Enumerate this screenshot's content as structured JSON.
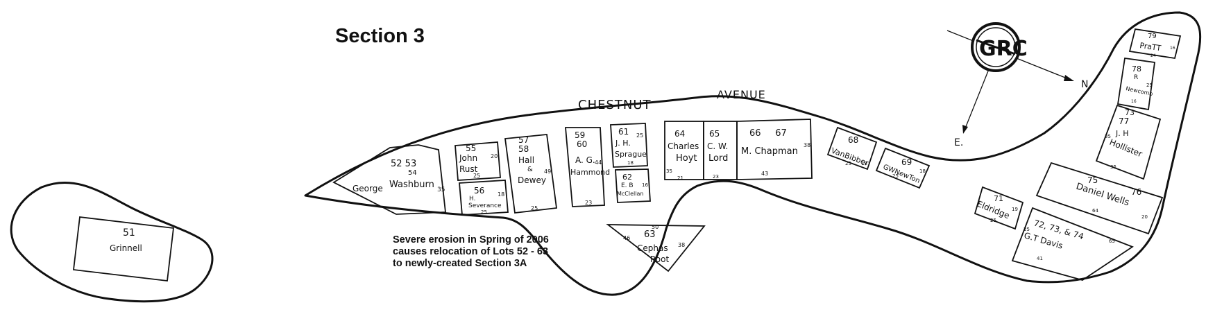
{
  "section_title": "Section 3",
  "erosion_note": [
    "Severe erosion in Spring of 2006",
    "causes relocation of Lots 52 - 63",
    "to newly-created Section 3A"
  ],
  "street": {
    "left": "CHESTNUT",
    "right": "AVENUE"
  },
  "compass": {
    "monogram": "GRC",
    "north": "N.",
    "east": "E."
  },
  "lots": {
    "l51": {
      "number": "51",
      "name": "Grinnell"
    },
    "l52_53": {
      "numbers": "52   53",
      "sub": "54",
      "first": "George",
      "last": "Washburn",
      "d1": "35"
    },
    "l55": {
      "number": "55",
      "first": "John",
      "last": "Rust",
      "d1": "20",
      "d2": "25"
    },
    "l56": {
      "number": "56",
      "first": "H.",
      "last": "Severance",
      "d1": "18",
      "d2": "25"
    },
    "l57_58": {
      "n1": "57",
      "n2": "58",
      "first": "Hall",
      "amp": "&",
      "last": "Dewey",
      "d1": "49",
      "d2": "25"
    },
    "l59_60": {
      "n1": "59",
      "n2": "60",
      "first": "A. G.",
      "last": "Hammond",
      "d1": "44",
      "d2": "23"
    },
    "l61": {
      "number": "61",
      "first": "J. H.",
      "last": "Sprague",
      "d1": "25",
      "d2": "18"
    },
    "l62": {
      "number": "62",
      "first": "E. B",
      "last": "McClellan",
      "d1": "16"
    },
    "l63": {
      "number": "63",
      "first": "Cephas",
      "last": "Root",
      "d1": "50",
      "d2": "46",
      "d3": "38"
    },
    "l64": {
      "number": "64",
      "first": "Charles",
      "last": "Hoyt",
      "d1": "35",
      "d2": "21"
    },
    "l65": {
      "number": "65",
      "first": "C. W.",
      "last": "Lord",
      "d1": "23"
    },
    "l66_67": {
      "numbers": "66     67",
      "name": "M. Chapman",
      "d1": "38",
      "d2": "43"
    },
    "l68": {
      "number": "68",
      "name": "VanBibber",
      "d1": "25",
      "d2": "18"
    },
    "l69": {
      "number": "69",
      "name": "GWNewTon",
      "d1": "18",
      "d2": "25"
    },
    "l71": {
      "number": "71",
      "name": "Eldridge",
      "d1": "19",
      "d2": "25"
    },
    "l72_74": {
      "numbers": "72, 73, & 74",
      "name": "G.T Davis",
      "d1": "25",
      "d2": "65",
      "d3": "41"
    },
    "l75_76": {
      "n1": "75",
      "n2": "76",
      "name": "Daniel Wells",
      "d1": "64",
      "d2": "20"
    },
    "l73_77": {
      "numbers": "73",
      "n2": "77",
      "first": "J. H",
      "last": "Hollister",
      "d1": "35",
      "d2": "35"
    },
    "l78": {
      "number": "78",
      "first": "R",
      "last": "Newcomb",
      "d1": "25",
      "d2": "16"
    },
    "l79": {
      "number": "79",
      "name": "PraTT",
      "d1": "16",
      "d2": "24"
    }
  }
}
